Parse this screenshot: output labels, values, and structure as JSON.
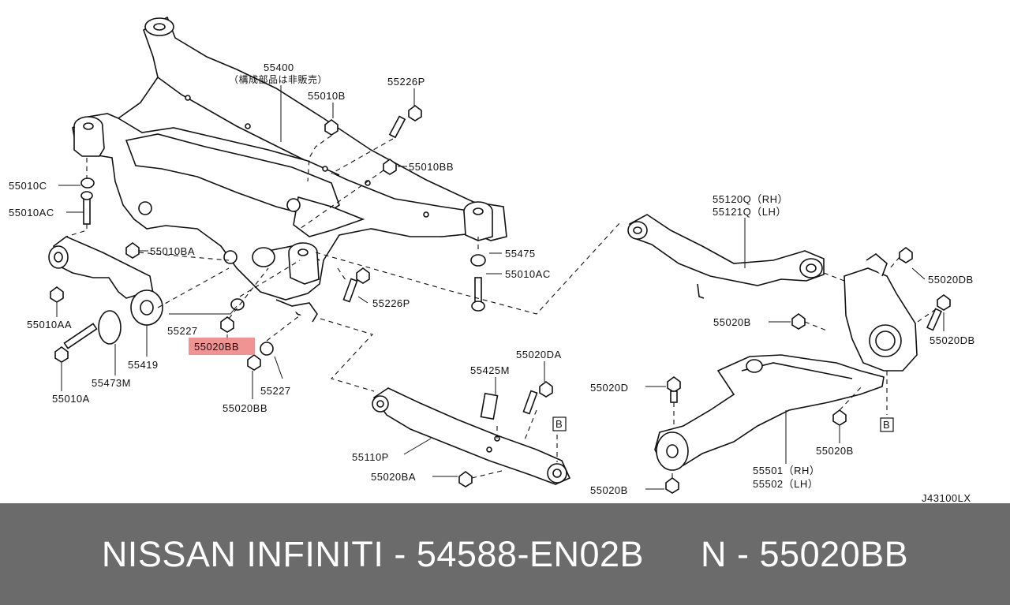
{
  "diagram": {
    "callouts": {
      "c55400": "55400",
      "c55400_note": "（構成部品は非販売）",
      "c55226P_top": "55226P",
      "c55010B": "55010B",
      "c55010BB": "55010BB",
      "c55010C": "55010C",
      "c55010AC_left": "55010AC",
      "c55010BA": "55010BA",
      "c55475": "55475",
      "c55010AC_right": "55010AC",
      "c55226P_mid": "55226P",
      "c55227_top": "55227",
      "c55020BB_highlight": "55020BB",
      "c55227_bottom": "55227",
      "c55020BB_bottom": "55020BB",
      "c55010AA": "55010AA",
      "c55419": "55419",
      "c55473M": "55473M",
      "c55010A": "55010A",
      "c55425M": "55425M",
      "c55020DA": "55020DA",
      "c55110P": "55110P",
      "c55020BA": "55020BA",
      "c55120Q": "55120Q（RH）",
      "c55121Q": "55121Q（LH）",
      "c55020DB_top": "55020DB",
      "c55020B_top": "55020B",
      "c55020DB_right": "55020DB",
      "c55020D": "55020D",
      "c55020B_mid": "55020B",
      "c55020B_bottom": "55020B",
      "c55501": "55501（RH）",
      "c55502": "55502（LH）",
      "marker_b_left": "B",
      "marker_b_right": "B",
      "drawing_code": "J43100LX"
    },
    "highlight_color": "#f08080"
  },
  "footer": {
    "brand_part": "NISSAN INFINITI - 54588-EN02B",
    "ref_part": "N - 55020BB",
    "background": "#6b6b6b"
  }
}
